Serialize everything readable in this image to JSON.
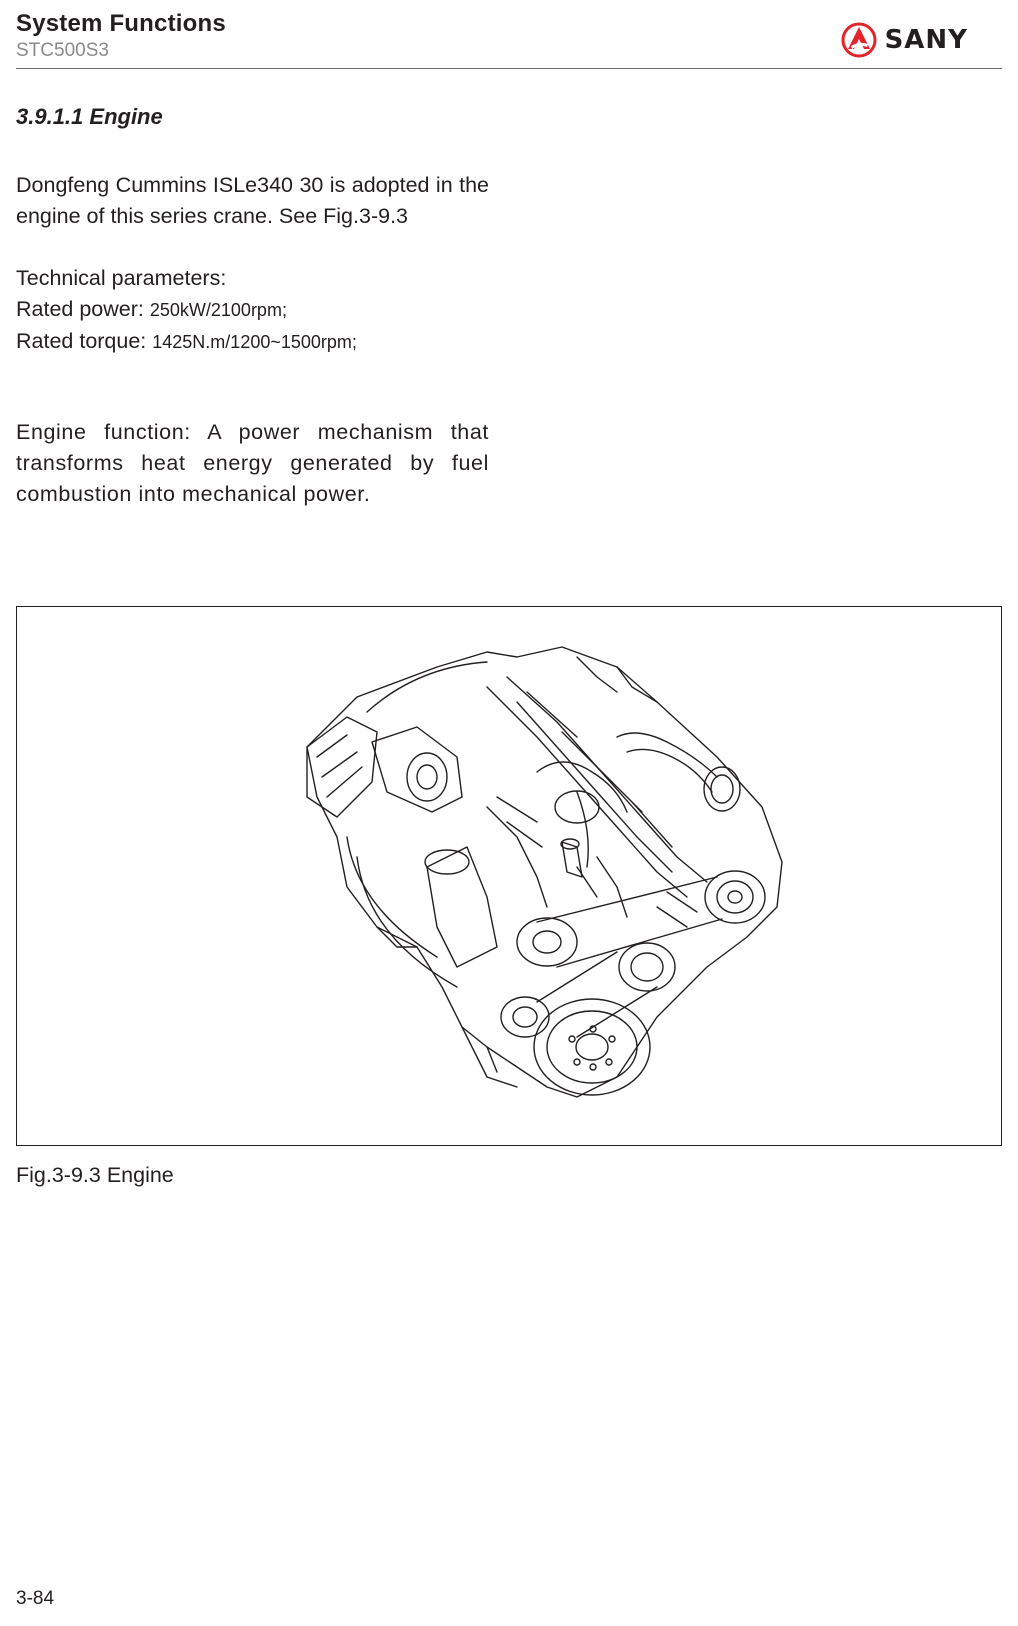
{
  "header": {
    "title": "System Functions",
    "subtitle": "STC500S3",
    "logo_text": "SANY",
    "logo_color": "#e3242b"
  },
  "section": {
    "heading": "3.9.1.1 Engine"
  },
  "intro": {
    "text": "Dongfeng Cummins ISLe340 30 is adopted in the engine of this series crane. See Fig.3-9.3"
  },
  "params": {
    "title": "Technical parameters:",
    "rated_power_label": "Rated power:",
    "rated_power_value": "250kW/2100rpm;",
    "rated_torque_label": "Rated torque:",
    "rated_torque_value": "1425N.m/1200~1500rpm;"
  },
  "function": {
    "text": "Engine function: A power mechanism that transforms heat energy generated by fuel combustion into mechanical power."
  },
  "figure": {
    "caption": "Fig.3-9.3 Engine",
    "illustration": "engine-line-drawing"
  },
  "footer": {
    "page_number": "3-84"
  }
}
